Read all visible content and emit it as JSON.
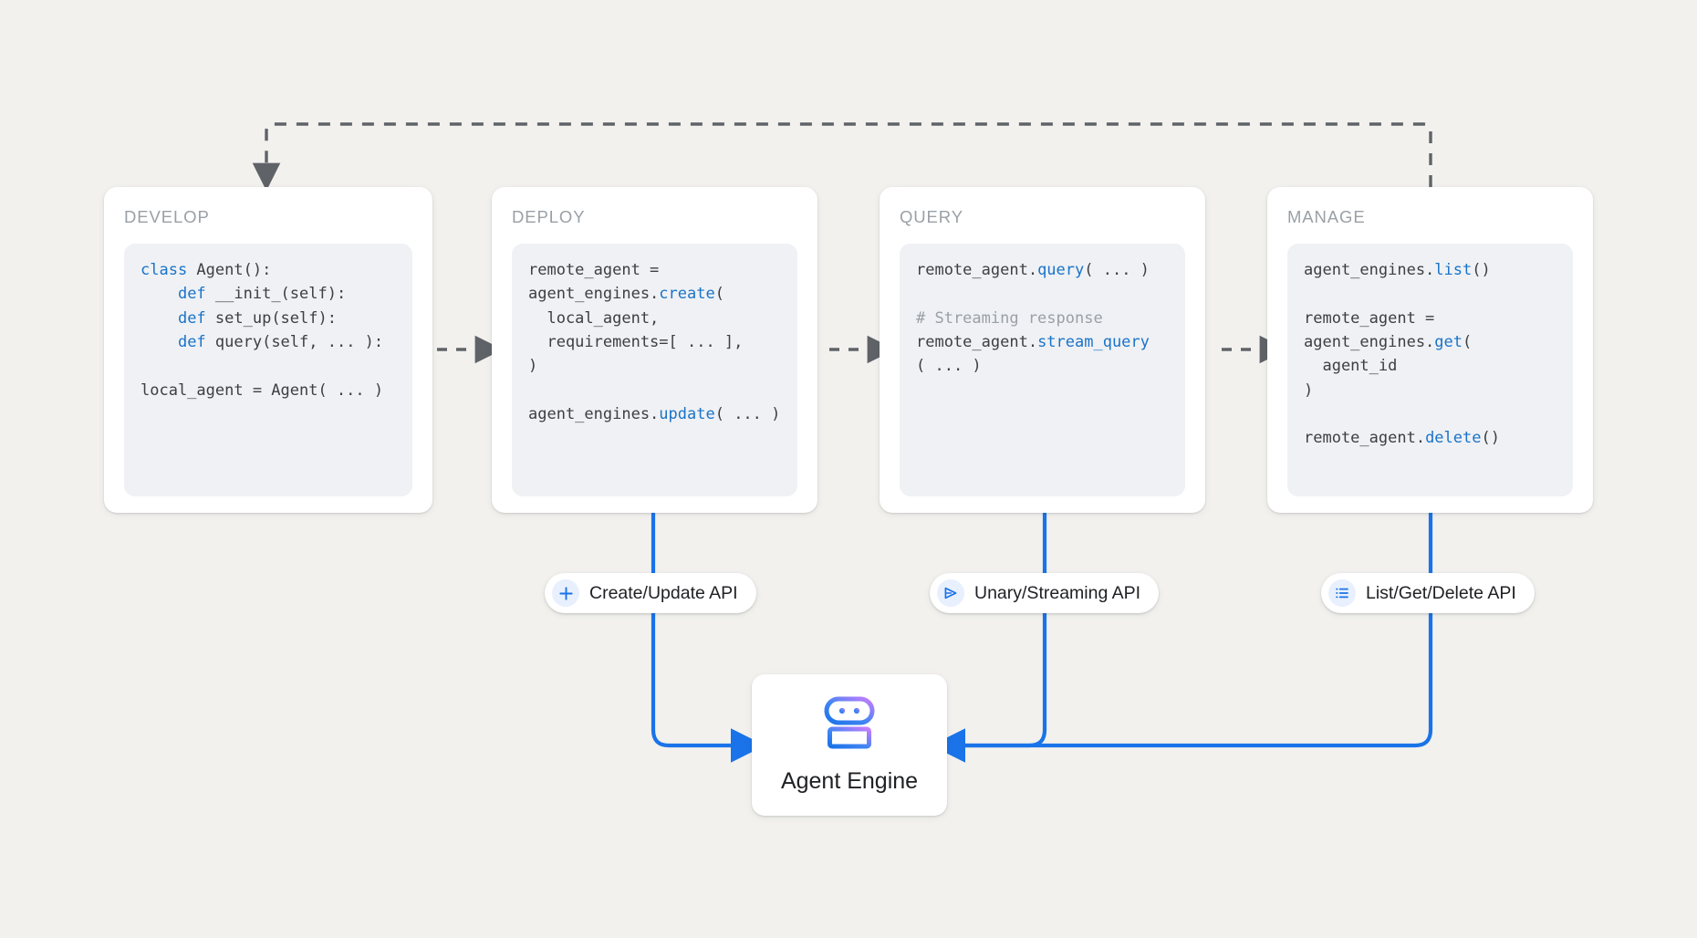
{
  "background_color": "#f2f1ee",
  "accent_color": "#1a73e8",
  "keyword_color": "#1a73c8",
  "flow_arrow_color": "#5f6368",
  "stages": [
    {
      "title": "DEVELOP",
      "code_lines": [
        [
          {
            "t": "class ",
            "c": "kw"
          },
          {
            "t": "Agent():",
            "c": ""
          }
        ],
        [
          {
            "t": "    ",
            "c": ""
          },
          {
            "t": "def ",
            "c": "kw"
          },
          {
            "t": "__init_(self):",
            "c": ""
          }
        ],
        [
          {
            "t": "    ",
            "c": ""
          },
          {
            "t": "def ",
            "c": "kw"
          },
          {
            "t": "set_up(self):",
            "c": ""
          }
        ],
        [
          {
            "t": "    ",
            "c": ""
          },
          {
            "t": "def ",
            "c": "kw"
          },
          {
            "t": "query(self, ... ):",
            "c": ""
          }
        ],
        [
          {
            "t": "",
            "c": ""
          }
        ],
        [
          {
            "t": "local_agent = Agent( ... )",
            "c": ""
          }
        ]
      ]
    },
    {
      "title": "DEPLOY",
      "code_lines": [
        [
          {
            "t": "remote_agent =",
            "c": ""
          }
        ],
        [
          {
            "t": "agent_engines.",
            "c": ""
          },
          {
            "t": "create",
            "c": "fn"
          },
          {
            "t": "(",
            "c": ""
          }
        ],
        [
          {
            "t": "  local_agent,",
            "c": ""
          }
        ],
        [
          {
            "t": "  requirements=[ ... ],",
            "c": ""
          }
        ],
        [
          {
            "t": ")",
            "c": ""
          }
        ],
        [
          {
            "t": "",
            "c": ""
          }
        ],
        [
          {
            "t": "agent_engines.",
            "c": ""
          },
          {
            "t": "update",
            "c": "fn"
          },
          {
            "t": "( ... )",
            "c": ""
          }
        ]
      ]
    },
    {
      "title": "QUERY",
      "code_lines": [
        [
          {
            "t": "remote_agent.",
            "c": ""
          },
          {
            "t": "query",
            "c": "fn"
          },
          {
            "t": "( ... )",
            "c": ""
          }
        ],
        [
          {
            "t": "",
            "c": ""
          }
        ],
        [
          {
            "t": "# Streaming response",
            "c": "cm"
          }
        ],
        [
          {
            "t": "remote_agent.",
            "c": ""
          },
          {
            "t": "stream_query",
            "c": "fn"
          }
        ],
        [
          {
            "t": "( ... )",
            "c": ""
          }
        ]
      ]
    },
    {
      "title": "MANAGE",
      "code_lines": [
        [
          {
            "t": "agent_engines.",
            "c": ""
          },
          {
            "t": "list",
            "c": "fn"
          },
          {
            "t": "()",
            "c": ""
          }
        ],
        [
          {
            "t": "",
            "c": ""
          }
        ],
        [
          {
            "t": "remote_agent =",
            "c": ""
          }
        ],
        [
          {
            "t": "agent_engines.",
            "c": ""
          },
          {
            "t": "get",
            "c": "fn"
          },
          {
            "t": "(",
            "c": ""
          }
        ],
        [
          {
            "t": "  agent_id",
            "c": ""
          }
        ],
        [
          {
            "t": ")",
            "c": ""
          }
        ],
        [
          {
            "t": "",
            "c": ""
          }
        ],
        [
          {
            "t": "remote_agent.",
            "c": ""
          },
          {
            "t": "delete",
            "c": "fn"
          },
          {
            "t": "()",
            "c": ""
          }
        ]
      ]
    }
  ],
  "api_pills": [
    {
      "label": "Create/Update API",
      "icon": "plus-icon"
    },
    {
      "label": "Unary/Streaming API",
      "icon": "send-icon"
    },
    {
      "label": "List/Get/Delete API",
      "icon": "list-icon"
    }
  ],
  "agent_engine": {
    "label": "Agent Engine",
    "icon": "robot-icon",
    "icon_gradient_from": "#4285f4",
    "icon_gradient_to": "#c77dff"
  }
}
